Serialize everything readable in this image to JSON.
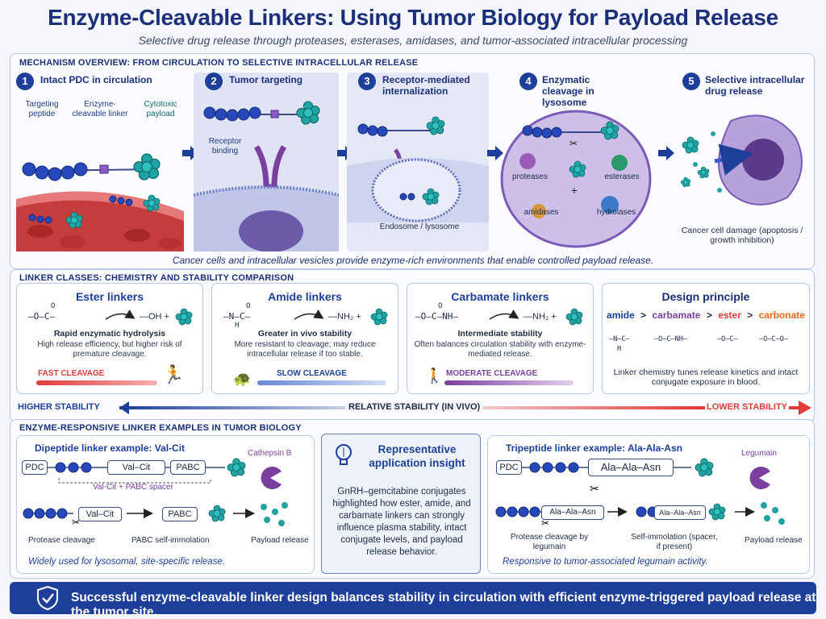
{
  "header": {
    "title": "Enzyme-Cleavable Linkers: Using Tumor Biology for Payload Release",
    "subtitle": "Selective drug release through proteases, esterases, amidases, and tumor-associated intracellular processing"
  },
  "mechanism": {
    "heading": "MECHANISM OVERVIEW: FROM CIRCULATION TO SELECTIVE INTRACELLULAR RELEASE",
    "stages": [
      {
        "num": "1",
        "label": "Intact PDC in circulation"
      },
      {
        "num": "2",
        "label": "Tumor targeting"
      },
      {
        "num": "3",
        "label": "Receptor-mediated internalization"
      },
      {
        "num": "4",
        "label": "Enzymatic cleavage in lysosome"
      },
      {
        "num": "5",
        "label": "Selective intracellular drug release"
      }
    ],
    "s1": {
      "peptide": "Targeting peptide",
      "linker": "Enzyme-cleavable linker",
      "payload": "Cytotoxic payload"
    },
    "s2": {
      "receptor": "Receptor binding"
    },
    "s3": {
      "endosome": "Endosome / lysosome"
    },
    "s4": {
      "proteases": "proteases",
      "esterases": "esterases",
      "amidases": "amidases",
      "hydrolases": "hydrolases",
      "plus": "+"
    },
    "s5": {
      "damage": "Cancer cell damage (apoptosis / growth inhibition)"
    },
    "caption": "Cancer cells and intracellular vesicles provide enzyme-rich environments that enable controlled payload release."
  },
  "classes": {
    "heading": "LINKER CLASSES: CHEMISTRY AND STABILITY COMPARISON",
    "ester": {
      "title": "Ester linkers",
      "formula": "—O—C—",
      "product": "—OH +",
      "bold": "Rapid enzymatic hydrolysis",
      "text": "High release efficiency, but higher risk of premature cleavage.",
      "cleave": "FAST CLEAVAGE"
    },
    "amide": {
      "title": "Amide linkers",
      "formula": "—N—C—",
      "h": "H",
      "product": "—NH₂ +",
      "bold": "Greater in vivo stability",
      "text": "More resistant to cleavage; may reduce intracellular release if too stable.",
      "cleave": "SLOW CLEAVAGE"
    },
    "carbamate": {
      "title": "Carbamate linkers",
      "formula": "—O—C—NH—",
      "product": "—NH₂ +",
      "bold": "Intermediate stability",
      "text": "Often balances circulation stability with enzyme-mediated release.",
      "cleave": "MODERATE CLEAVAGE"
    },
    "design": {
      "title": "Design principle",
      "order": [
        "amide",
        ">",
        "carbamate",
        ">",
        "ester",
        ">",
        "carbonate"
      ],
      "f1": "—N—C—",
      "f1h": "H",
      "f2": "—O—C—NH—",
      "f3": "—O—C—",
      "f4": "—O—C—O—",
      "text": "Linker chemistry tunes release kinetics and intact conjugate exposure in blood."
    },
    "o": "O",
    "stability": {
      "left": "HIGHER STABILITY",
      "center": "RELATIVE STABILITY (IN VIVO)",
      "right": "LOWER STABILITY"
    }
  },
  "examples": {
    "heading": "ENZYME-RESPONSIVE LINKER EXAMPLES IN TUMOR BIOLOGY",
    "left": {
      "title": "Dipeptide linker example: Val-Cit",
      "enzyme": "Cathepsin B",
      "pdc": "PDC",
      "valcit": "Val–Cit",
      "pabc": "PABC",
      "spacer": "Val-Cit + PABC spacer",
      "valcit2": "Val–Cit",
      "pabc2": "PABC",
      "step1": "Protease cleavage",
      "step2": "PABC self-immolation",
      "step3": "Payload release",
      "caption": "Widely used for lysosomal, site-specific release."
    },
    "center": {
      "title": "Representative application insight",
      "text": "GnRH–gemcitabine conjugates highlighted how ester, amide, and carbamate linkers can strongly influence plasma stability, intact conjugate levels, and payload release behavior."
    },
    "right": {
      "title": "Tripeptide linker example: Ala-Ala-Asn",
      "enzyme": "Legumain",
      "pdc": "PDC",
      "aaa": "Ala–Ala–Asn",
      "aaa2": "Ala–Ala–Asn",
      "aaa3": "Ala–Ala–Asn",
      "step1": "Protease cleavage by legumain",
      "step2": "Self-immolation (spacer, if present)",
      "step3": "Payload release",
      "caption": "Responsive to tumor-associated legumain activity."
    }
  },
  "footer": {
    "text": "Successful enzyme-cleavable linker design balances stability in circulation with efficient enzyme-triggered payload release at the tumor site."
  },
  "colors": {
    "navy": "#1b2f7a",
    "blue": "#1d3f9a",
    "red": "#e23b3b",
    "orange": "#e8671b",
    "purple": "#7b3fa0",
    "teal": "#1f9a9a"
  }
}
